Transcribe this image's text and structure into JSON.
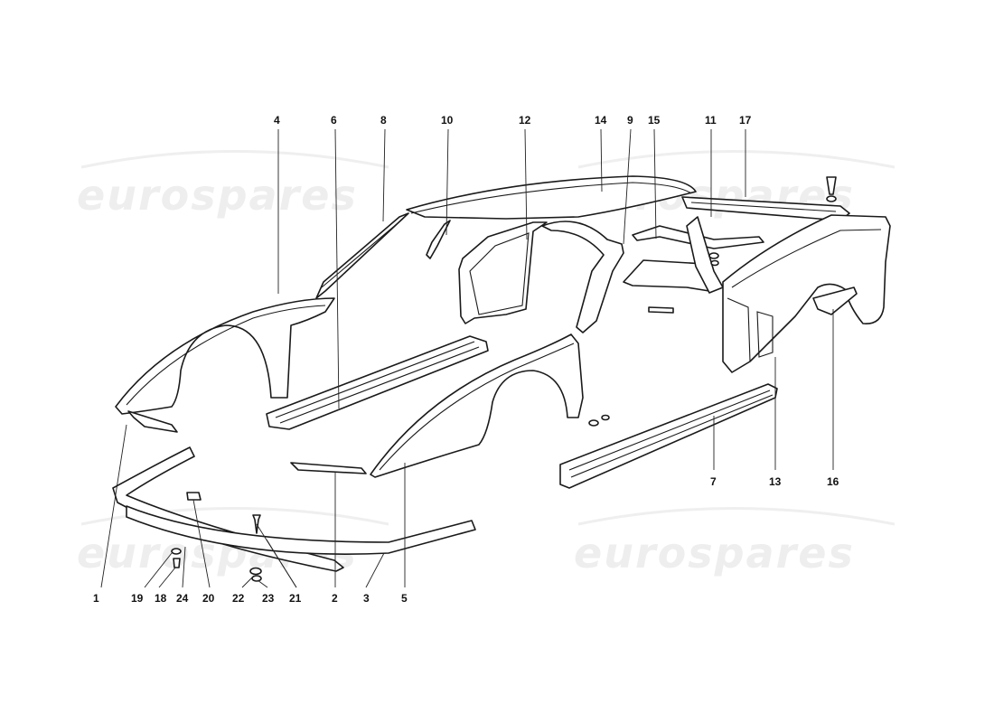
{
  "watermark": {
    "text": "eurospares",
    "color": "#eeeeee"
  },
  "diagram": {
    "type": "exploded-parts-diagram",
    "callouts": [
      {
        "id": "1",
        "label": "1"
      },
      {
        "id": "2",
        "label": "2"
      },
      {
        "id": "3",
        "label": "3"
      },
      {
        "id": "4",
        "label": "4"
      },
      {
        "id": "5",
        "label": "5"
      },
      {
        "id": "6",
        "label": "6"
      },
      {
        "id": "7",
        "label": "7"
      },
      {
        "id": "8",
        "label": "8"
      },
      {
        "id": "9",
        "label": "9"
      },
      {
        "id": "10",
        "label": "10"
      },
      {
        "id": "11",
        "label": "11"
      },
      {
        "id": "12",
        "label": "12"
      },
      {
        "id": "13",
        "label": "13"
      },
      {
        "id": "14",
        "label": "14"
      },
      {
        "id": "15",
        "label": "15"
      },
      {
        "id": "16",
        "label": "16"
      },
      {
        "id": "17",
        "label": "17"
      },
      {
        "id": "18",
        "label": "18"
      },
      {
        "id": "19",
        "label": "19"
      },
      {
        "id": "20",
        "label": "20"
      },
      {
        "id": "21",
        "label": "21"
      },
      {
        "id": "22",
        "label": "22"
      },
      {
        "id": "23",
        "label": "23"
      },
      {
        "id": "24",
        "label": "24"
      }
    ]
  }
}
